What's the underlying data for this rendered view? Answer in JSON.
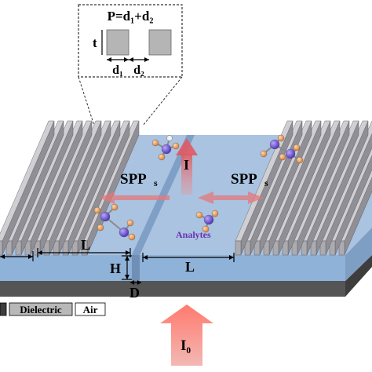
{
  "inset": {
    "formula": "P=d₁+d₂",
    "thickness_label": "t",
    "d1_label": "d₁",
    "d2_label": "d₂"
  },
  "beams": {
    "spp_left_main": "SPP",
    "spp_left_sub": "s",
    "spp_right_main": "SPP",
    "spp_right_sub": "s",
    "transmitted_label": "I",
    "incident_label": "I₀"
  },
  "dimensions": {
    "grating_length_left": "L",
    "grating_length_right": "L",
    "slit_depth": "H",
    "slit_width": "D"
  },
  "analytes_label": "Analytes",
  "legend": {
    "dielectric": "Dielectric",
    "air": "Air"
  },
  "colors": {
    "gold": "#a8a8ad",
    "film_top": "#a9c3e0",
    "film_front": "#8fb2d8",
    "substrate": "#4a4a4a",
    "beam": "#e5777a",
    "analyte_text": "#6a2fb3"
  }
}
